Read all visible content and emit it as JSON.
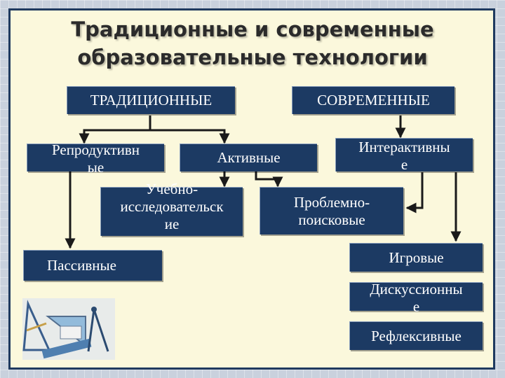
{
  "slide": {
    "title_line1": "Традиционные и современные",
    "title_line2": "образовательные технологии"
  },
  "categories": {
    "traditional": "ТРАДИЦИОННЫЕ",
    "modern": "СОВРЕМЕННЫЕ"
  },
  "nodes": {
    "reproductive": [
      "Репродуктивн",
      "ые"
    ],
    "active": "Активные",
    "interactive": [
      "Интерактивны",
      "е"
    ],
    "research": [
      "Учебно-",
      "исследовательск",
      "ие"
    ],
    "problem": [
      "Проблемно-",
      "поисковые"
    ],
    "passive": "Пассивные",
    "game": "Игровые",
    "discussion": [
      "Дискуссионны",
      "е"
    ],
    "reflexive": "Рефлексивные"
  },
  "colors": {
    "box_fill": "#1c3a63",
    "box_text": "#ffffff",
    "slide_background": "#fbf8dc",
    "frame": "#1f3a5f"
  },
  "icons": {
    "clipart": "geometry-tools-clipart-icon"
  }
}
